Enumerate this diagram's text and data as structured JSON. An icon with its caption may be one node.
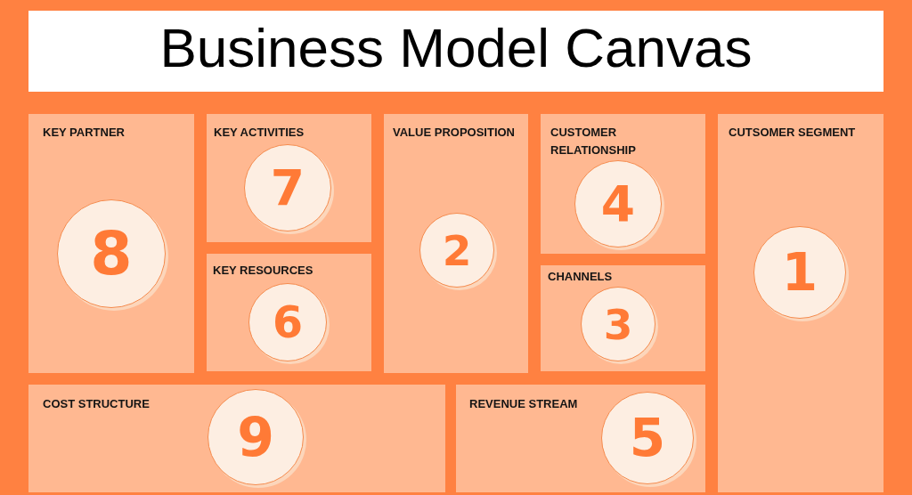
{
  "diagram": {
    "title": "Business Model Canvas",
    "nodes": [
      {
        "text": [
          "KEY PARTNER"
        ]
      },
      {
        "text": [
          "8"
        ],
        "in": 0
      },
      {
        "text": [
          "KEY ACTIVITIES"
        ]
      },
      {
        "text": [
          "7"
        ],
        "in": 2
      },
      {
        "text": [
          "VALUE PROPOSITION"
        ]
      },
      {
        "text": [
          "2"
        ],
        "in": 4
      },
      {
        "text": [
          "CUSTOMER RELATIONSHIP"
        ]
      },
      {
        "text": [
          "4"
        ],
        "in": 6
      },
      {
        "text": [
          "CUTSOMER SEGMENT"
        ]
      },
      {
        "text": [
          "1"
        ],
        "in": 8
      },
      {
        "text": [
          "KEY RESOURCES"
        ]
      },
      {
        "text": [
          "6"
        ],
        "in": 10
      },
      {
        "text": [
          "CHANNELS"
        ]
      },
      {
        "text": [
          "3"
        ],
        "in": 12
      },
      {
        "text": [
          "COST STRUCTURE"
        ]
      },
      {
        "text": [
          "9"
        ],
        "in": 14
      },
      {
        "text": [
          "REVENUE STREAM"
        ]
      },
      {
        "text": [
          "5"
        ],
        "in": 16
      }
    ]
  }
}
